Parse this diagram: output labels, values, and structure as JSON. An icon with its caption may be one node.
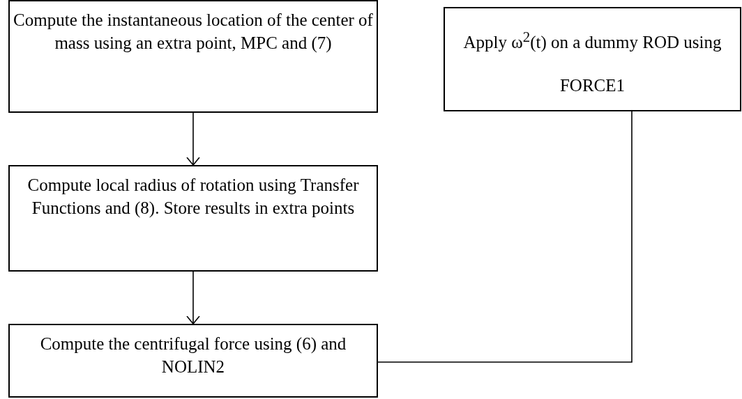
{
  "diagram": {
    "nodes": [
      {
        "text": [
          "Compute the instantaneous location of the center of mass using an extra point, MPC and (7)"
        ]
      },
      {
        "text": [
          "Apply ω$^{2}$(t) on a dummy ROD using FORCE1"
        ]
      },
      {
        "text": [
          "Compute local radius of rotation using Transfer Functions and (8). Store results in extra points"
        ]
      },
      {
        "text": [
          "Compute the centrifugal force using (6) and NOLIN2"
        ]
      }
    ],
    "edges": [
      {
        "from": 0,
        "to": 2,
        "arrow": "to"
      },
      {
        "from": 2,
        "to": 3,
        "arrow": "to"
      },
      {
        "from": 1,
        "to": 3,
        "arrow": "none"
      }
    ]
  }
}
